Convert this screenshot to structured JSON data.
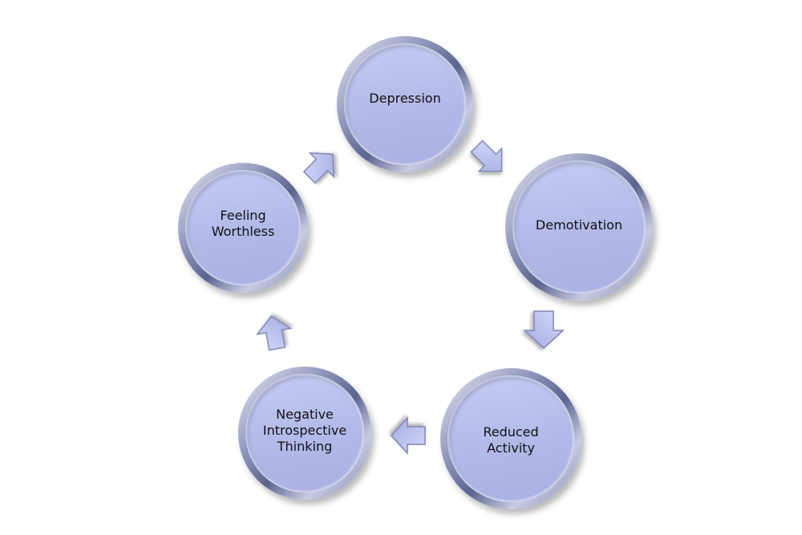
{
  "diagram": {
    "type": "cycle",
    "nodes": [
      {
        "id": "depression",
        "label": "Depression"
      },
      {
        "id": "demotivation",
        "label": "Demotivation"
      },
      {
        "id": "reduced-activity",
        "label": "Reduced\nActivity"
      },
      {
        "id": "negative-thinking",
        "label": "Negative\nIntrospective\nThinking"
      },
      {
        "id": "feeling-worthless",
        "label": "Feeling\nWorthless"
      }
    ],
    "edges": [
      {
        "from": "depression",
        "to": "demotivation"
      },
      {
        "from": "demotivation",
        "to": "reduced-activity"
      },
      {
        "from": "reduced-activity",
        "to": "negative-thinking"
      },
      {
        "from": "negative-thinking",
        "to": "feeling-worthless"
      },
      {
        "from": "feeling-worthless",
        "to": "depression"
      }
    ],
    "colors": {
      "node_fill": "#b2b9e8",
      "ring": "#5b6390",
      "arrow_fill": "#b8bfee",
      "text": "#111111"
    }
  }
}
